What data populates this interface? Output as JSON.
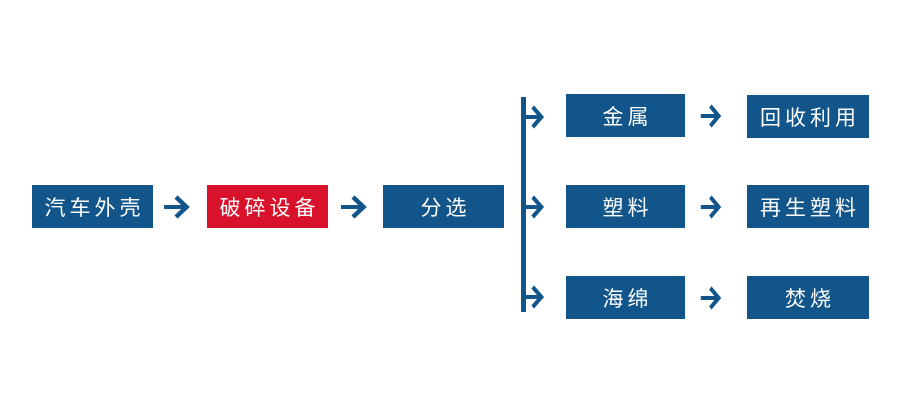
{
  "colors": {
    "node_blue": "#11558A",
    "node_red": "#D9122B",
    "node_text": "#FFFFFF",
    "background": "#FFFFFF"
  },
  "flow": {
    "source": {
      "label": "汽车外壳"
    },
    "process": {
      "label": "破碎设备"
    },
    "sorting": {
      "label": "分选"
    },
    "branches": [
      {
        "material": {
          "label": "金属"
        },
        "outcome": {
          "label": "回收利用"
        }
      },
      {
        "material": {
          "label": "塑料"
        },
        "outcome": {
          "label": "再生塑料"
        }
      },
      {
        "material": {
          "label": "海绵"
        },
        "outcome": {
          "label": "焚烧"
        }
      }
    ]
  }
}
